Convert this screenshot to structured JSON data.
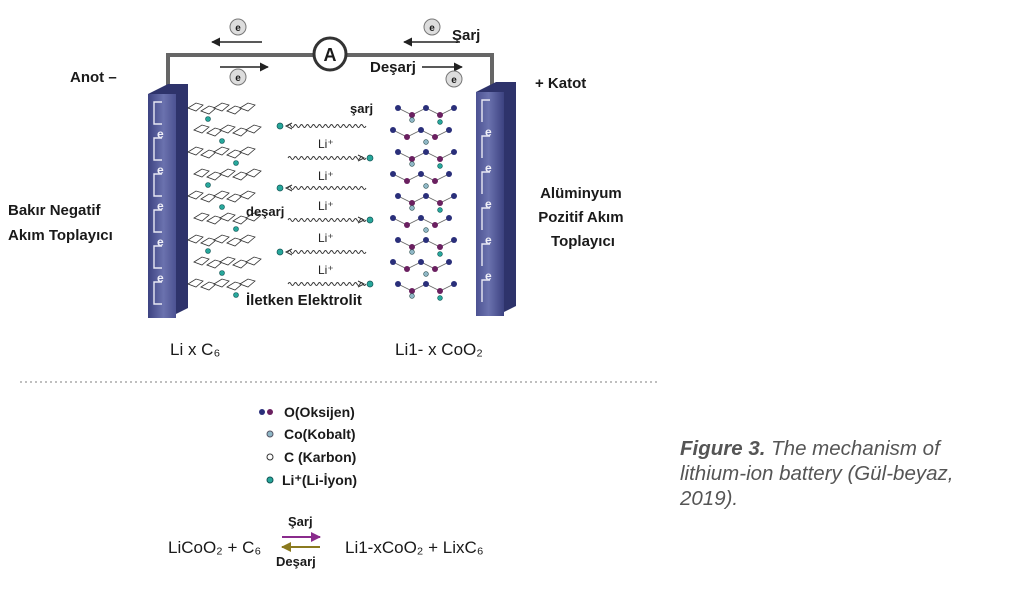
{
  "diagram": {
    "electron_symbol": "e",
    "ammeter": "A",
    "sarj": "Şarj",
    "desarj": "Deşarj",
    "anot": "Anot –",
    "katot": "+ Katot",
    "left_collector": [
      "Bakır Negatif",
      "Akım Toplayıcı"
    ],
    "right_collector": [
      "Alüminyum",
      "Pozitif Akım",
      "Toplayıcı"
    ],
    "electrolyte_sarj": "şarj",
    "electrolyte_desarj": "deşarj",
    "li_ion": "Li⁺",
    "electrolyte": "İletken Elektrolit",
    "anode_material": "Li x C₆",
    "cathode_material": "Li1- x CoO₂"
  },
  "legend": {
    "items": [
      {
        "label": "O(Oksijen)",
        "color": "#2a2f7a"
      },
      {
        "label": "Co(Kobalt)",
        "color": "#8fb7c6"
      },
      {
        "label": "C (Karbon)",
        "color": "#ffffff"
      },
      {
        "label": "Li⁺(Li-İyon)",
        "color": "#27a79b"
      }
    ]
  },
  "equation": {
    "left": "LiCoO₂ + C₆",
    "right": "Li1-xCoO₂ + LixC₆",
    "forward": "Şarj",
    "backward": "Deşarj",
    "forward_color": "#8a2b8c",
    "backward_color": "#8a7a1f"
  },
  "caption": {
    "label": "Figure 3.",
    "text": "The mechanism of lithium-ion battery (Gül-beyaz, 2019)."
  }
}
